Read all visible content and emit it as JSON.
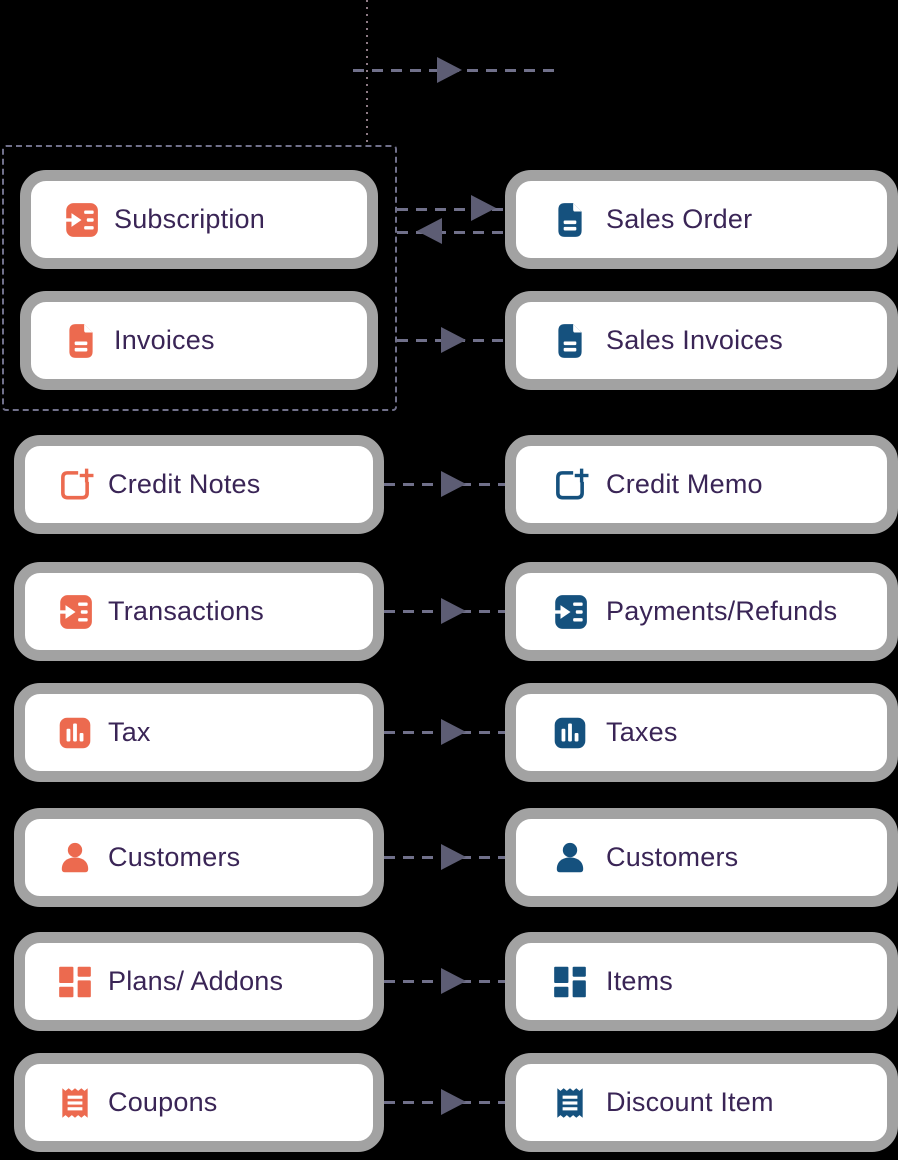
{
  "canvas": {
    "background": "#000000"
  },
  "colors": {
    "box_border": "#A2A2A2",
    "box_fill": "#FFFFFF",
    "label_text": "#3A2556",
    "accent_orange": "#EC6A4F",
    "accent_blue": "#15517E",
    "connector_dash": "#70708A",
    "arrowhead": "#5D5D74",
    "group_outline": "#70708A",
    "dotted_guide": "#8E7B85"
  },
  "top_connector": {
    "direction": "right",
    "style": "dashed-arrow"
  },
  "group": {
    "contains": [
      "Subscription",
      "Invoices"
    ],
    "style": "dashed-outline"
  },
  "rows": [
    {
      "left": {
        "label": "Subscription",
        "icon": "transfer-icon",
        "color": "#EC6A4F"
      },
      "right": {
        "label": "Sales Order",
        "icon": "document-icon",
        "color": "#15517E"
      },
      "connector": "bidirectional"
    },
    {
      "left": {
        "label": "Invoices",
        "icon": "document-icon",
        "color": "#EC6A4F"
      },
      "right": {
        "label": "Sales Invoices",
        "icon": "document-icon",
        "color": "#15517E"
      },
      "connector": "right"
    },
    {
      "left": {
        "label": "Credit Notes",
        "icon": "credit-note-icon",
        "color": "#EC6A4F"
      },
      "right": {
        "label": "Credit Memo",
        "icon": "credit-note-icon",
        "color": "#15517E"
      },
      "connector": "right"
    },
    {
      "left": {
        "label": "Transactions",
        "icon": "transfer-icon",
        "color": "#EC6A4F"
      },
      "right": {
        "label": "Payments/Refunds",
        "icon": "transfer-icon",
        "color": "#15517E"
      },
      "connector": "right"
    },
    {
      "left": {
        "label": "Tax",
        "icon": "bar-chart-icon",
        "color": "#EC6A4F"
      },
      "right": {
        "label": "Taxes",
        "icon": "bar-chart-icon",
        "color": "#15517E"
      },
      "connector": "right"
    },
    {
      "left": {
        "label": "Customers",
        "icon": "person-icon",
        "color": "#EC6A4F"
      },
      "right": {
        "label": "Customers",
        "icon": "person-icon",
        "color": "#15517E"
      },
      "connector": "right"
    },
    {
      "left": {
        "label": "Plans/ Addons",
        "icon": "grid-icon",
        "color": "#EC6A4F"
      },
      "right": {
        "label": "Items",
        "icon": "grid-icon",
        "color": "#15517E"
      },
      "connector": "right"
    },
    {
      "left": {
        "label": "Coupons",
        "icon": "coupon-icon",
        "color": "#EC6A4F"
      },
      "right": {
        "label": "Discount Item",
        "icon": "coupon-icon",
        "color": "#15517E"
      },
      "connector": "right"
    }
  ]
}
